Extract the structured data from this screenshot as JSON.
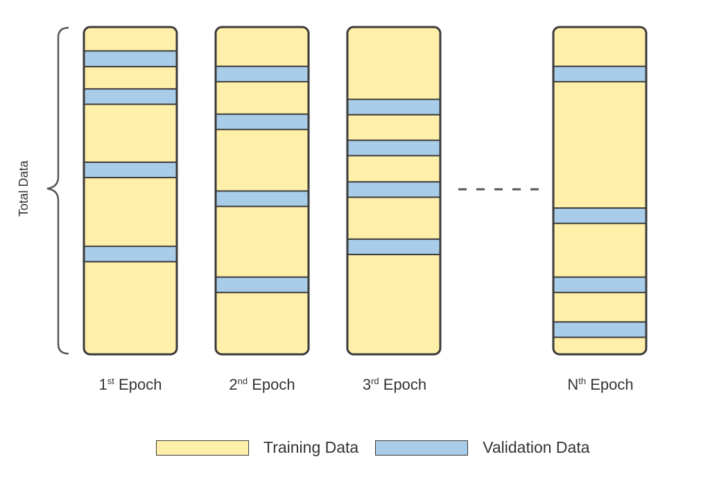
{
  "diagram": {
    "title": "",
    "brace_label": "Total Data",
    "colors": {
      "training": "#FFEFA9",
      "validation": "#A9CDE8",
      "border": "#3A3A3A",
      "text": "#333333",
      "ellipsis": "#555555"
    },
    "epochs": [
      {
        "ordinal": "1",
        "suffix": "st",
        "word": "Epoch",
        "validation_bands": [
          [
            0.073,
            0.121
          ],
          [
            0.189,
            0.236
          ],
          [
            0.413,
            0.46
          ],
          [
            0.67,
            0.717
          ]
        ]
      },
      {
        "ordinal": "2",
        "suffix": "nd",
        "word": "Epoch",
        "validation_bands": [
          [
            0.12,
            0.167
          ],
          [
            0.266,
            0.313
          ],
          [
            0.501,
            0.548
          ],
          [
            0.764,
            0.811
          ]
        ]
      },
      {
        "ordinal": "3",
        "suffix": "rd",
        "word": "Epoch",
        "validation_bands": [
          [
            0.221,
            0.268
          ],
          [
            0.346,
            0.393
          ],
          [
            0.473,
            0.52
          ],
          [
            0.648,
            0.695
          ]
        ]
      },
      {
        "ordinal": "N",
        "suffix": "th",
        "word": "Epoch",
        "validation_bands": [
          [
            0.12,
            0.167
          ],
          [
            0.553,
            0.6
          ],
          [
            0.764,
            0.811
          ],
          [
            0.901,
            0.948
          ]
        ]
      }
    ],
    "ellipsis": "- - - - -",
    "legend": [
      {
        "key": "training",
        "label": "Training Data"
      },
      {
        "key": "validation",
        "label": "Validation Data"
      }
    ]
  }
}
